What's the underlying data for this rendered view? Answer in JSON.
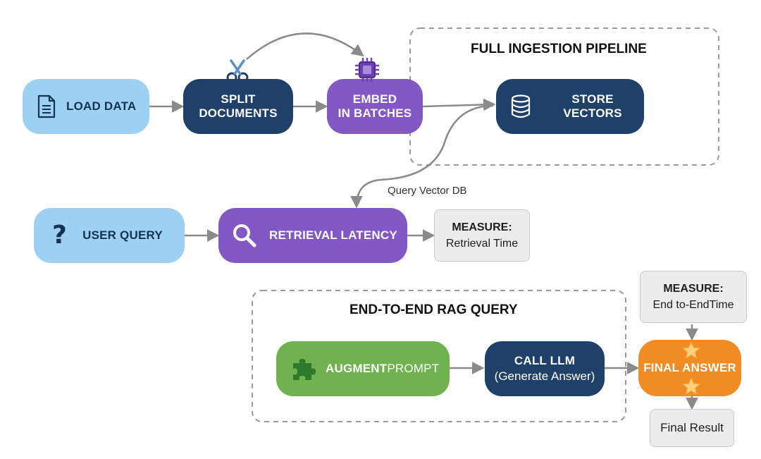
{
  "groups": {
    "ingestion": {
      "title": "FULL INGESTION PIPELINE"
    },
    "rag": {
      "title": "END-TO-END RAG QUERY"
    }
  },
  "nodes": {
    "load_data": {
      "label": "LOAD DATA",
      "icon": "document-icon"
    },
    "split_documents": {
      "line1": "SPLIT",
      "line2": "DOCUMENTS",
      "icon": "scissors-icon"
    },
    "embed_batches": {
      "line1": "EMBED",
      "line2": "IN BATCHES",
      "icon": "chip-icon"
    },
    "store_vectors": {
      "label": "STORE VECTORS",
      "icon": "database-icon"
    },
    "user_query": {
      "label": "USER QUERY",
      "icon": "question-mark-icon"
    },
    "retrieval_latency": {
      "label": "RETRIEVAL LATENCY",
      "icon": "magnifier-icon"
    },
    "measure_retrieval": {
      "title": "MEASURE:",
      "sub_bold": "Retrieval",
      "sub_regular": "Time"
    },
    "measure_e2e": {
      "title": "MEASURE:",
      "sub_bold": "End to-End",
      "sub_regular": "Time"
    },
    "augment_prompt": {
      "label_bold": "AUGMENT",
      "label_regular": "PROMPT",
      "icon": "puzzle-icon"
    },
    "call_llm": {
      "line1": "CALL LLM",
      "line2": "(Generate Answer)"
    },
    "final_answer": {
      "label": "FINAL ANSWER",
      "icon": "star-icon"
    },
    "final_result": {
      "label": "Final Result"
    }
  },
  "edges": {
    "query_vector_db": {
      "label": "Query Vector DB"
    }
  },
  "colors": {
    "dark_navy": "#1f4068",
    "light_blue": "#9dd1f3",
    "purple": "#8358c4",
    "green": "#6fb24f",
    "orange": "#f18c24",
    "arrow_gray": "#8a8a8a",
    "dashed_border": "#9a9a9a"
  }
}
